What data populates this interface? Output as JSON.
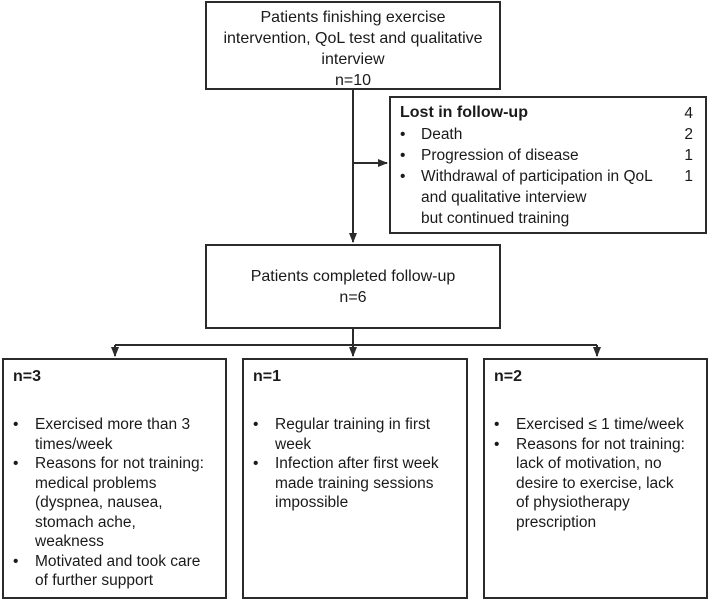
{
  "top_box": {
    "lines": [
      "Patients finishing exercise",
      "intervention, QoL test and qualitative",
      "interview",
      "n=10"
    ]
  },
  "lost_box": {
    "title": "Lost in follow-up",
    "total": "4",
    "items": [
      {
        "lines": [
          "Death"
        ],
        "count": "2"
      },
      {
        "lines": [
          "Progression of disease"
        ],
        "count": "1"
      },
      {
        "lines": [
          "Withdrawal of participation in QoL",
          "and qualitative interview",
          "but continued training"
        ],
        "count": "1"
      }
    ]
  },
  "middle_box": {
    "lines": [
      "Patients completed follow-up",
      "n=6"
    ]
  },
  "groups": [
    {
      "title": "n=3",
      "bullets": [
        [
          "Exercised more than 3",
          "times/week"
        ],
        [
          "Reasons for not training:",
          "medical problems",
          "(dyspnea, nausea,",
          "stomach ache,",
          "weakness"
        ],
        [
          "Motivated and took care",
          "of further support"
        ]
      ]
    },
    {
      "title": "n=1",
      "bullets": [
        [
          "Regular training in first",
          "week"
        ],
        [
          "Infection after first week",
          "made training sessions",
          "impossible"
        ]
      ]
    },
    {
      "title": "n=2",
      "bullets": [
        [
          "Exercised ≤ 1 time/week"
        ],
        [
          "Reasons for not training:",
          "lack of motivation, no",
          "desire to exercise, lack",
          "of physiotherapy",
          "prescription"
        ]
      ]
    }
  ],
  "bullet_symbol": "•"
}
